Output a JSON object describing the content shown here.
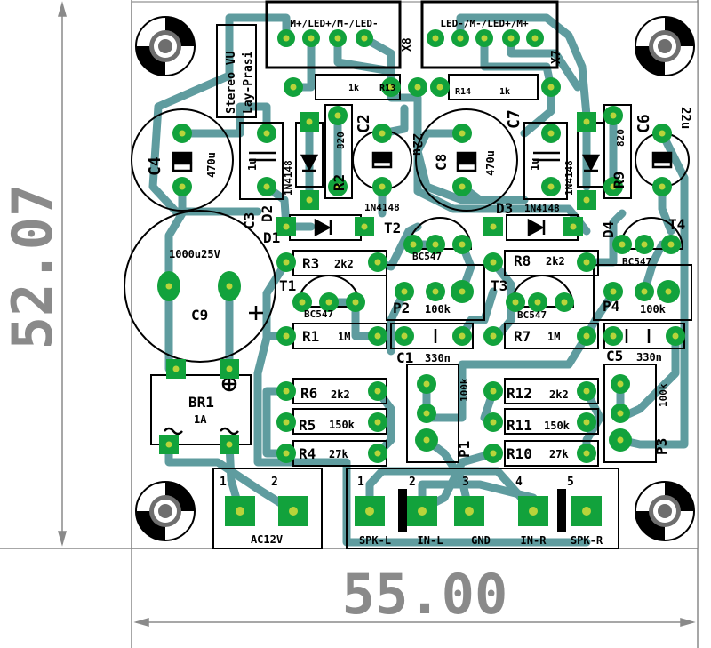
{
  "dimensions": {
    "height": "52.07",
    "width": "55.00"
  },
  "connectors": {
    "x8_pins": "M+/LED+/M-/LED-",
    "x8_name": "X8",
    "x7_pins": "LED-/M-/LED+/M+",
    "x7_name": "X7"
  },
  "board_text": {
    "title_line1": "Stereo VU",
    "title_line2": "Lay-Prasi"
  },
  "components": {
    "r13_value": "1k",
    "r13_name": "R13",
    "r14_value": "1k",
    "r14_name": "R14",
    "c2_name": "C2",
    "c2_value": "22u",
    "c6_name": "C6",
    "c6_value": "22u",
    "c4_name": "C4",
    "c4_value": "470u",
    "c8_name": "C8",
    "c8_value": "470u",
    "c7_name": "C7",
    "c3_name": "C3",
    "c3_value": "1u",
    "c7_value": "1u",
    "d2_name": "D2",
    "d2_value": "1N4148",
    "d5_value": "1N4148",
    "r2_name": "R2",
    "r2_value": "820",
    "r9_name": "R9",
    "r9_value": "820",
    "d1_name": "D1",
    "d1_value": "1N4148",
    "d3_name": "D3",
    "d3_value": "1N4148",
    "d4_name": "D4",
    "t2_name": "T2",
    "t2_value": "BC547",
    "t4_name": "T4",
    "t4_value": "BC547",
    "r3_name": "R3",
    "r3_value": "2k2",
    "r8_name": "R8",
    "r8_value": "2k2",
    "c9_name": "C9",
    "c9_value": "1000u25V",
    "c9_plus": "+",
    "t1_name": "T1",
    "t1_value": "BC547",
    "t3_name": "T3",
    "t3_value": "BC547",
    "p2_name": "P2",
    "p2_value": "100k",
    "p4_name": "P4",
    "p4_value": "100k",
    "r1_name": "R1",
    "r1_value": "1M",
    "r7_name": "R7",
    "r7_value": "1M",
    "c1_name": "C1",
    "c1_value": "330n",
    "c5_name": "C5",
    "c5_value": "330n",
    "br1_name": "BR1",
    "br1_value": "1A",
    "r6_name": "R6",
    "r6_value": "2k2",
    "r5_name": "R5",
    "r5_value": "150k",
    "r4_name": "R4",
    "r4_value": "27k",
    "r12_name": "R12",
    "r12_value": "2k2",
    "r11_name": "R11",
    "r11_value": "150k",
    "r10_name": "R10",
    "r10_value": "27k",
    "p1_name": "P1",
    "p1_value": "100k",
    "p3_name": "P3",
    "p3_value": "100k"
  },
  "terminals": {
    "ac": {
      "pin1": "1",
      "pin2": "2",
      "label": "AC12V"
    },
    "io": {
      "pins": [
        "1",
        "2",
        "3",
        "4",
        "5"
      ],
      "labels": [
        "SPK-L",
        "IN-L",
        "GND",
        "IN-R",
        "SPK-R"
      ]
    }
  },
  "colors": {
    "trace": "#5f9c9f",
    "pad": "#12a23c",
    "hole": "#b8d43a",
    "silkscreen": "#000000",
    "dimension": "#8a8a8a"
  }
}
